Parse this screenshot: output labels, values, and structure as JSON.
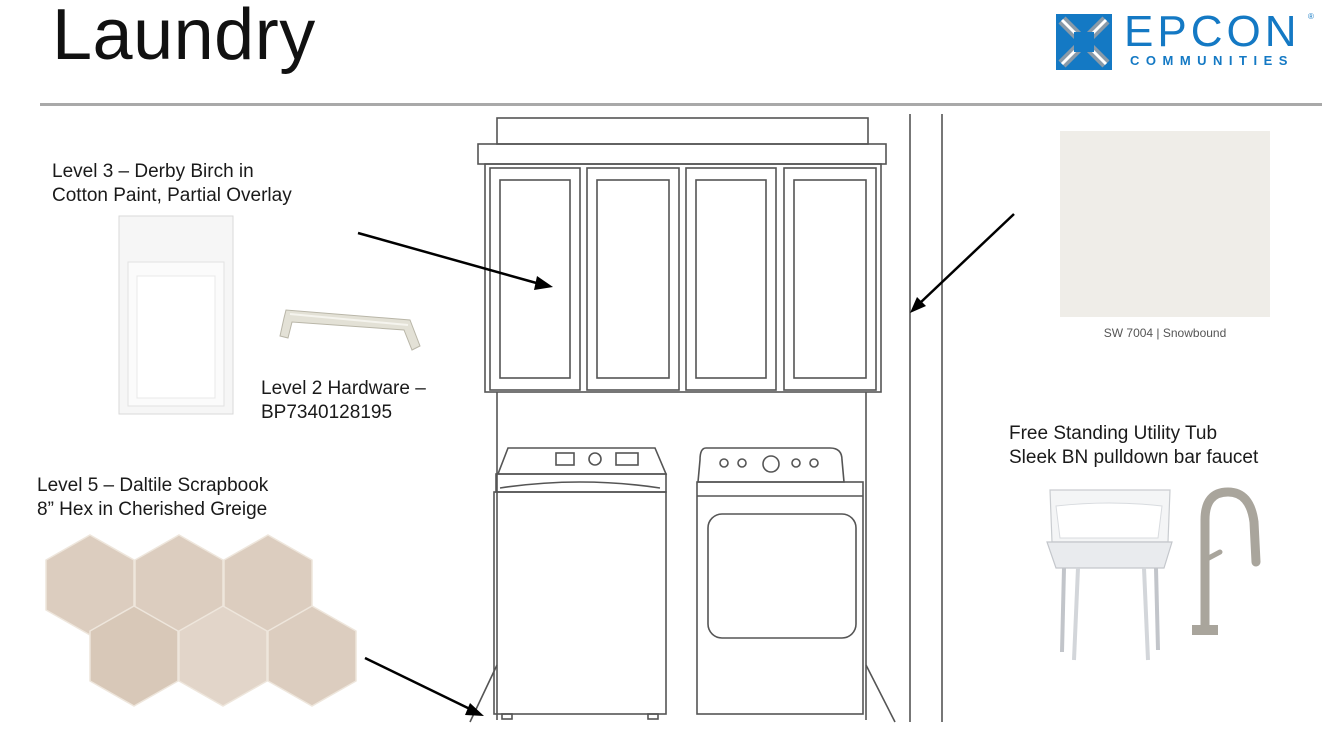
{
  "slide": {
    "title": "Laundry"
  },
  "logo": {
    "wordmark": "EPCON",
    "subtitle": "COMMUNITIES",
    "registered": "®",
    "brand_color": "#1479c4"
  },
  "callouts": {
    "cabinets": {
      "line1": "Level 3 – Derby Birch in",
      "line2": "Cotton Paint, Partial Overlay"
    },
    "hardware": {
      "line1": "Level 2 Hardware –",
      "line2": "BP7340128195"
    },
    "tile": {
      "line1": "Level 5 – Daltile Scrapbook",
      "line2": "8” Hex in Cherished Greige"
    },
    "utility_tub": {
      "line1": "Free Standing Utility Tub",
      "line2": "Sleek BN pulldown bar faucet"
    }
  },
  "paint": {
    "caption": "SW 7004  |  Snowbound",
    "swatch_color": "#efede8"
  },
  "colors": {
    "tile": "#dccdbf",
    "faucet": "#a9a59c",
    "line_art": "#4a4a4a"
  }
}
